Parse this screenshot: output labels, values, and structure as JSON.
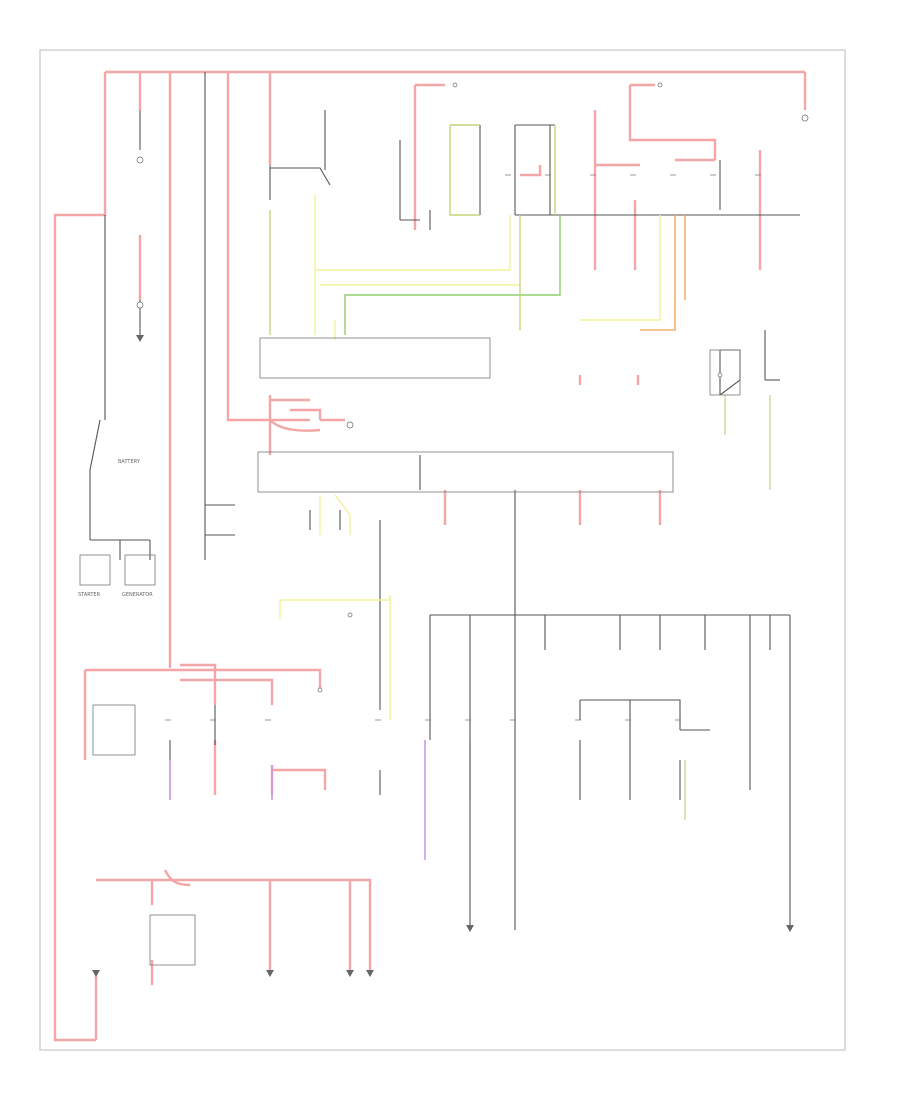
{
  "diagram": {
    "page_code": "",
    "labels": {
      "starter": "STARTER",
      "generator": "GENERATOR",
      "battery": "BATTERY",
      "ignition_switch": "",
      "fuse_holder": ""
    },
    "colors": {
      "red": "#f4a5a5",
      "black": "#555555",
      "gray": "#9a9a9a",
      "yellow": "#f2f29a",
      "green": "#8fcf6f",
      "olive": "#c8d27a",
      "orange": "#f3b36a",
      "violet": "#c99ae0",
      "tan": "#d8d8a8"
    }
  }
}
